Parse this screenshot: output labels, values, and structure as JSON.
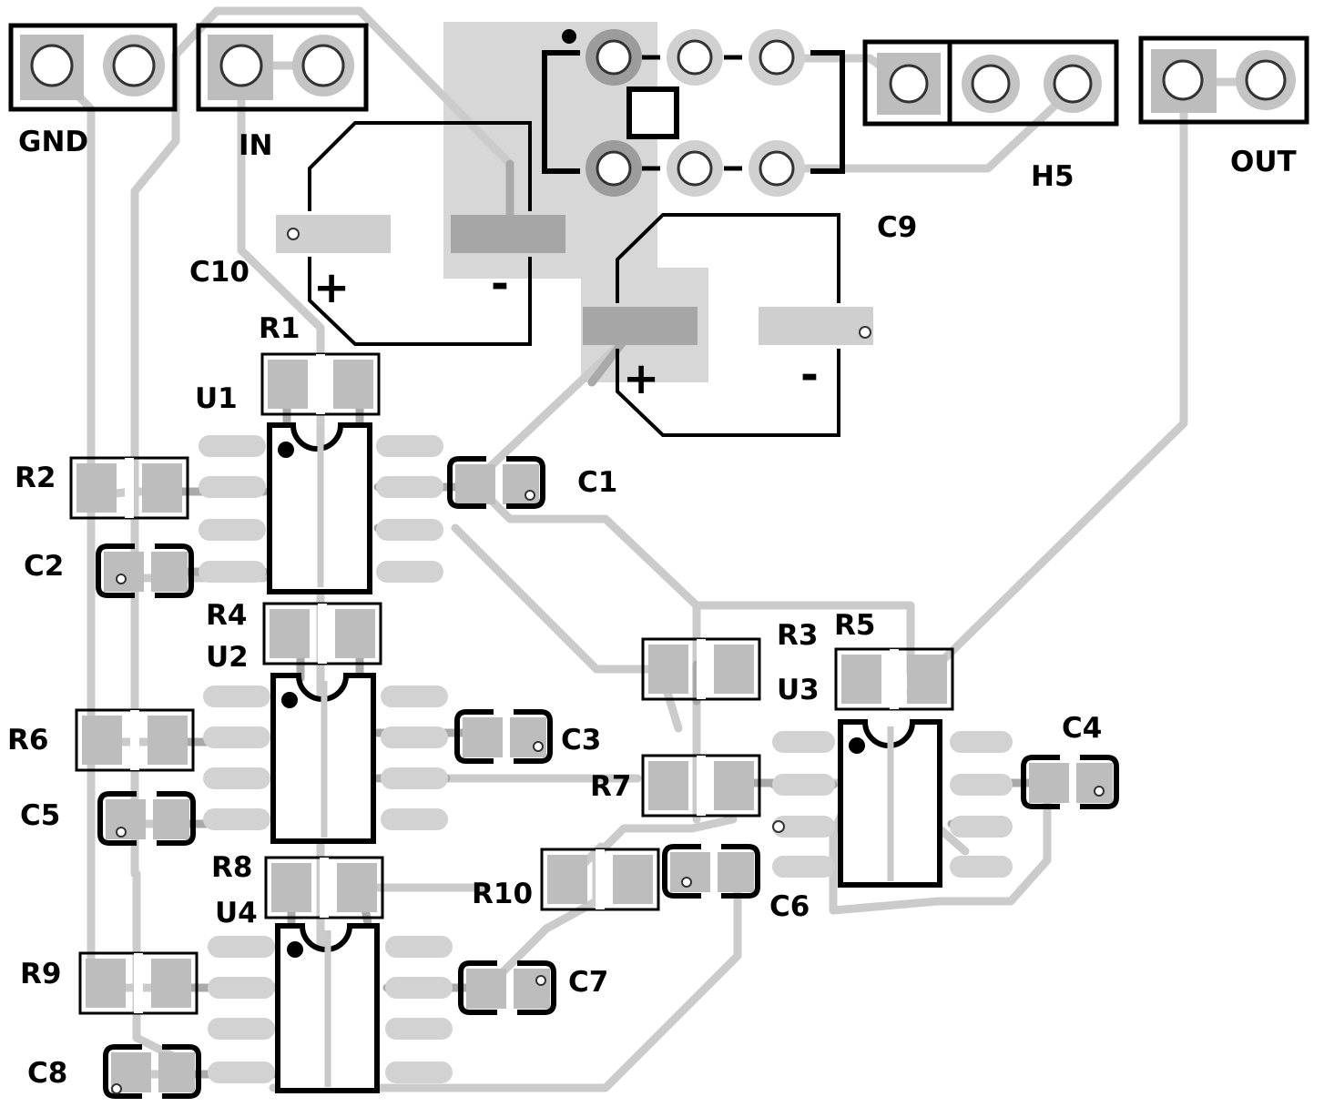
{
  "colors": {
    "background": "#ffffff",
    "trace": "#c9c9c9",
    "trace_dark": "#a6a6a6",
    "pad": "#bdbdbd",
    "pad_dark": "#8f8f8f",
    "outline": "#000000"
  },
  "connectors": {
    "gnd": "GND",
    "in": "IN",
    "h5": "H5",
    "out": "OUT"
  },
  "capacitors": {
    "c1": "C1",
    "c2": "C2",
    "c3": "C3",
    "c4": "C4",
    "c5": "C5",
    "c6": "C6",
    "c7": "C7",
    "c8": "C8",
    "c9": "C9",
    "c10": "C10"
  },
  "resistors": {
    "r1": "R1",
    "r2": "R2",
    "r3": "R3",
    "r4": "R4",
    "r5": "R5",
    "r6": "R6",
    "r7": "R7",
    "r8": "R8",
    "r9": "R9",
    "r10": "R10"
  },
  "ics": {
    "u1": "U1",
    "u2": "U2",
    "u3": "U3",
    "u4": "U4"
  },
  "polarity": {
    "plus": "+",
    "minus": "-"
  }
}
